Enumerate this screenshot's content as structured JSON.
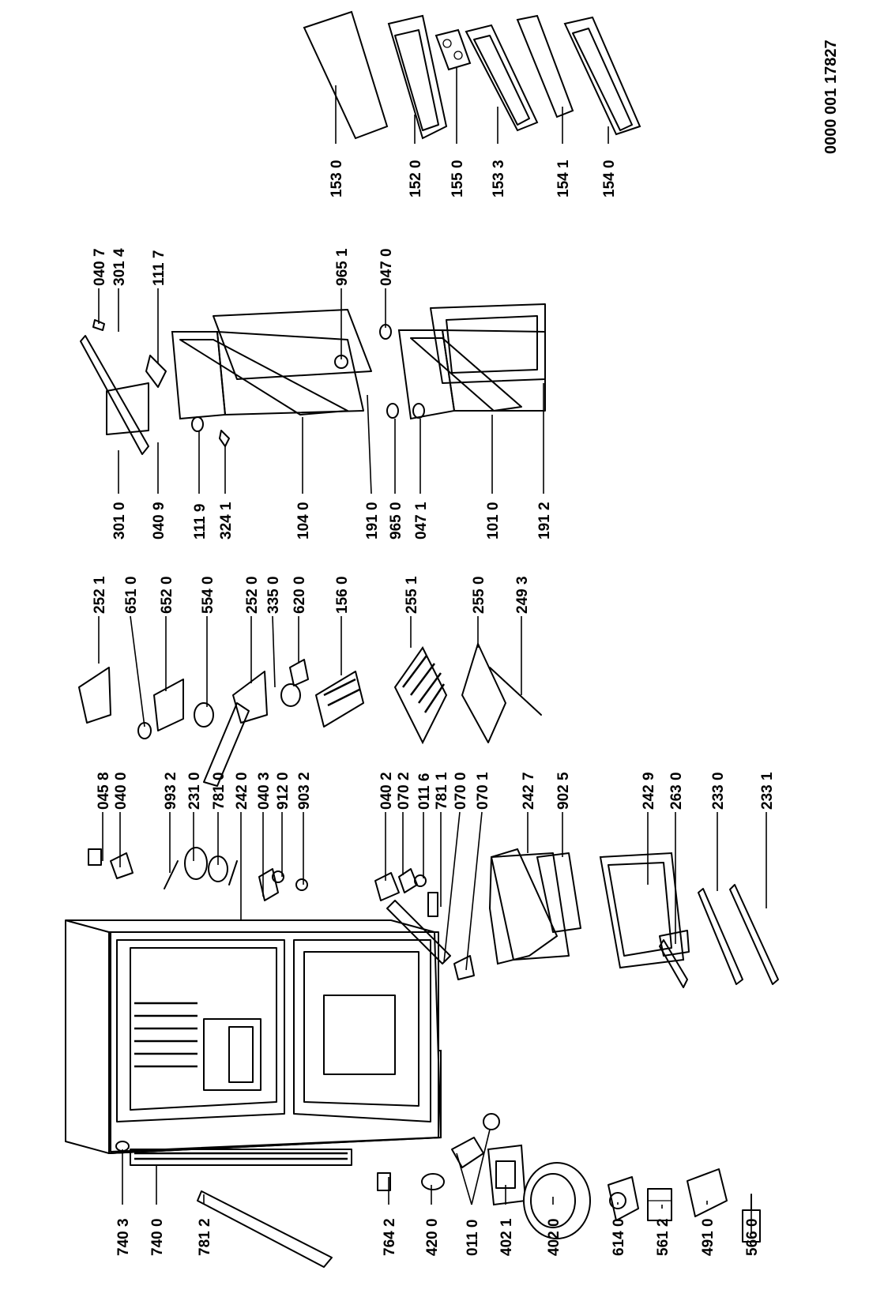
{
  "document_id": "0000 001 17827",
  "labels": [
    {
      "id": "p0453",
      "text": "045 8"
    },
    {
      "id": "p0400",
      "text": "040 0"
    },
    {
      "id": "p9932",
      "text": "993 2"
    },
    {
      "id": "p2310",
      "text": "231 0"
    },
    {
      "id": "p7810",
      "text": "781 0"
    },
    {
      "id": "p2420",
      "text": "242 0"
    },
    {
      "id": "p0403",
      "text": "040 3"
    },
    {
      "id": "p9120",
      "text": "912 0"
    },
    {
      "id": "p9032",
      "text": "903 2"
    },
    {
      "id": "p0402",
      "text": "040 2"
    },
    {
      "id": "p0702",
      "text": "070 2"
    },
    {
      "id": "p0116",
      "text": "011 6"
    },
    {
      "id": "p7811",
      "text": "781 1"
    },
    {
      "id": "p0700",
      "text": "070 0"
    },
    {
      "id": "p0701",
      "text": "070 1"
    },
    {
      "id": "p2427",
      "text": "242 7"
    },
    {
      "id": "p9025",
      "text": "902 5"
    },
    {
      "id": "p2429",
      "text": "242 9"
    },
    {
      "id": "p2630",
      "text": "263 0"
    },
    {
      "id": "p2330",
      "text": "233 0"
    },
    {
      "id": "p2331",
      "text": "233 1"
    },
    {
      "id": "p2521",
      "text": "252 1"
    },
    {
      "id": "p6510",
      "text": "651 0"
    },
    {
      "id": "p6520",
      "text": "652 0"
    },
    {
      "id": "p5540",
      "text": "554 0"
    },
    {
      "id": "p2520",
      "text": "252 0"
    },
    {
      "id": "p3350",
      "text": "335 0"
    },
    {
      "id": "p6200",
      "text": "620 0"
    },
    {
      "id": "p1560",
      "text": "156 0"
    },
    {
      "id": "p2551",
      "text": "255 1"
    },
    {
      "id": "p2550",
      "text": "255 0"
    },
    {
      "id": "p2493",
      "text": "249 3"
    },
    {
      "id": "p0407",
      "text": "040 7"
    },
    {
      "id": "p3014",
      "text": "301 4"
    },
    {
      "id": "p1117",
      "text": "111 7"
    },
    {
      "id": "p9651",
      "text": "965 1"
    },
    {
      "id": "p0470",
      "text": "047 0"
    },
    {
      "id": "p3010",
      "text": "301 0"
    },
    {
      "id": "p0409",
      "text": "040 9"
    },
    {
      "id": "p1119",
      "text": "111 9"
    },
    {
      "id": "p3241",
      "text": "324 1"
    },
    {
      "id": "p1040",
      "text": "104 0"
    },
    {
      "id": "p1910",
      "text": "191 0"
    },
    {
      "id": "p9650",
      "text": "965 0"
    },
    {
      "id": "p0471",
      "text": "047 1"
    },
    {
      "id": "p1010",
      "text": "101 0"
    },
    {
      "id": "p1912",
      "text": "191 2"
    },
    {
      "id": "p1530",
      "text": "153 0"
    },
    {
      "id": "p1520",
      "text": "152 0"
    },
    {
      "id": "p1550",
      "text": "155 0"
    },
    {
      "id": "p1533",
      "text": "153 3"
    },
    {
      "id": "p1541",
      "text": "154 1"
    },
    {
      "id": "p1540",
      "text": "154 0"
    },
    {
      "id": "p7403",
      "text": "740 3"
    },
    {
      "id": "p7400",
      "text": "740 0"
    },
    {
      "id": "p7812",
      "text": "781 2"
    },
    {
      "id": "p7642",
      "text": "764 2"
    },
    {
      "id": "p4200",
      "text": "420 0"
    },
    {
      "id": "p0110",
      "text": "011 0"
    },
    {
      "id": "p4021",
      "text": "402 1"
    },
    {
      "id": "p4020",
      "text": "402 0"
    },
    {
      "id": "p6140",
      "text": "614 0"
    },
    {
      "id": "p5612",
      "text": "561 2"
    },
    {
      "id": "p4910",
      "text": "491 0"
    },
    {
      "id": "p5660",
      "text": "566 0"
    }
  ]
}
